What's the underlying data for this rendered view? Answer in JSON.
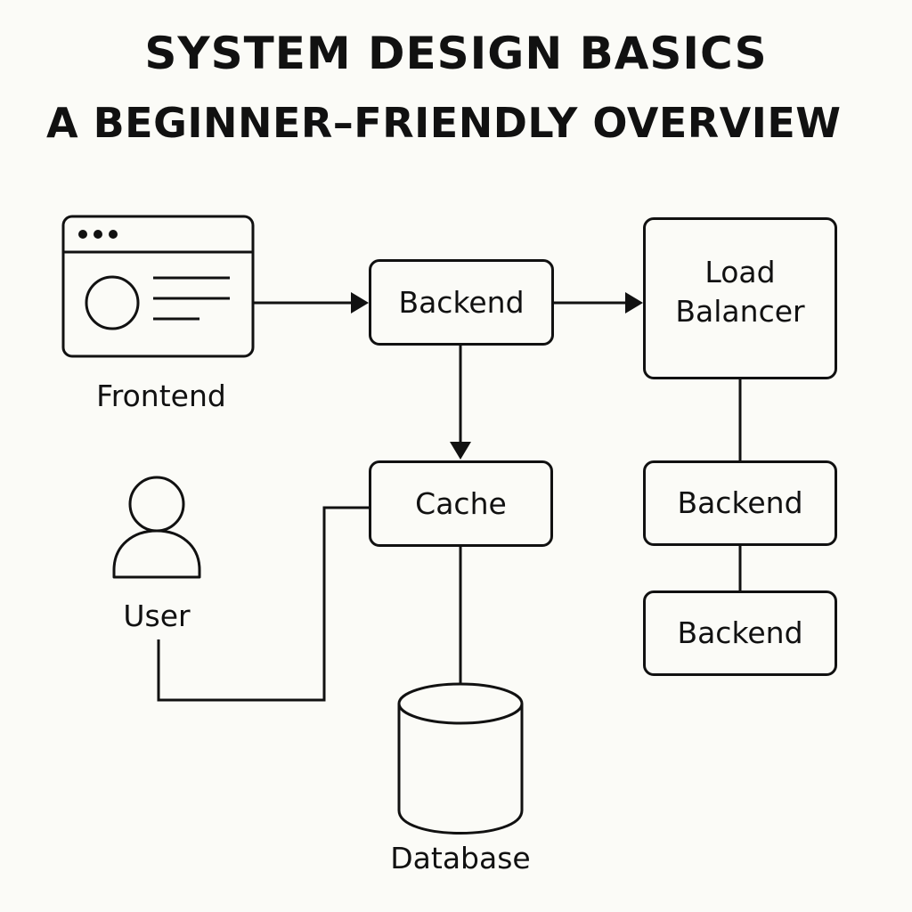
{
  "header": {
    "title": "SYSTEM DESIGN BASICS",
    "subtitle": "A BEGINNER–FRIENDLY OVERVIEW"
  },
  "nodes": {
    "frontend": {
      "label": "Frontend",
      "icon": "browser-window-icon"
    },
    "backend_main": {
      "label": "Backend"
    },
    "load_balancer": {
      "label": "Load\nBalancer"
    },
    "backend_pool_1": {
      "label": "Backend"
    },
    "backend_pool_2": {
      "label": "Backend"
    },
    "cache": {
      "label": "Cache"
    },
    "user": {
      "label": "User",
      "icon": "user-icon"
    },
    "database": {
      "label": "Database",
      "icon": "database-cylinder-icon"
    }
  },
  "colors": {
    "stroke": "#111111",
    "background": "#fbfbf7"
  }
}
